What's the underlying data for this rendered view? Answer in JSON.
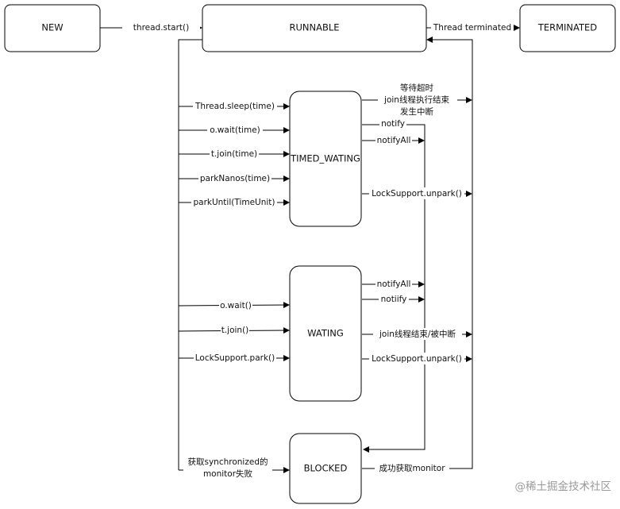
{
  "states": {
    "new": "NEW",
    "runnable": "RUNNABLE",
    "terminated": "TERMINATED",
    "timed_waiting": "TIMED_WATING",
    "waiting": "WATING",
    "blocked": "BLOCKED"
  },
  "transitions": {
    "thread_start": "thread.start()",
    "thread_terminated": "Thread terminated",
    "sleep_time": "Thread.sleep(time)",
    "wait_time": "o.wait(time)",
    "join_time": "t.join(time)",
    "park_nanos": "parkNanos(time)",
    "park_until": "parkUntil(TimeUnit)",
    "timed_exit": [
      "等待超时",
      "join线程执行结束",
      "发生中断"
    ],
    "timed_notify": "notify",
    "timed_notify_all": "notifyAll",
    "timed_unpark": "LockSupport.unpark()",
    "wait": "o.wait()",
    "join": "t.join()",
    "park": "LockSupport.park()",
    "waiting_notify_all": "notifyAll",
    "waiting_notify": "notiify",
    "waiting_join_end": "join线程结束/被中断",
    "waiting_unpark": "LockSupport.unpark()",
    "sync_fail": [
      "获取synchronized的",
      "monitor失败"
    ],
    "acquire_monitor": "成功获取monitor"
  },
  "watermark": "@稀土掘金技术社区"
}
